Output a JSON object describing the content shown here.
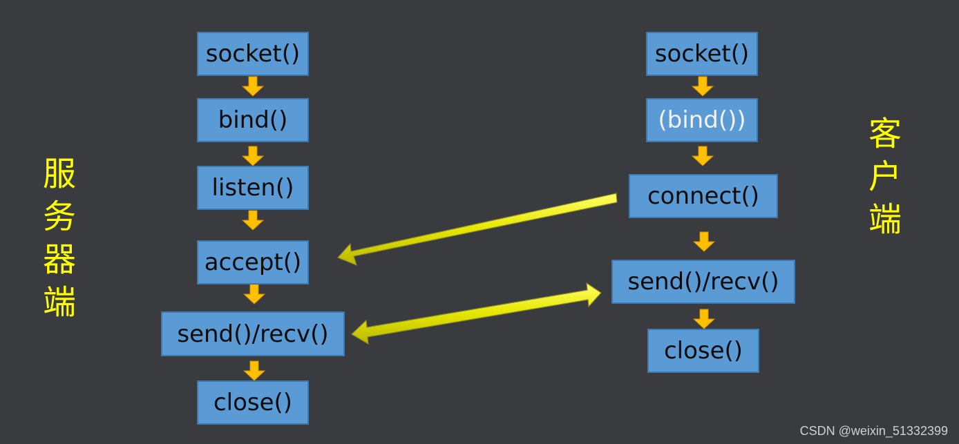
{
  "server": {
    "label_chars": [
      "服",
      "务",
      "器",
      "端"
    ],
    "steps": [
      "socket()",
      "bind()",
      "listen()",
      "accept()",
      "send()/recv()",
      "close()"
    ]
  },
  "client": {
    "label_chars": [
      "客",
      "户",
      "端"
    ],
    "steps": [
      "socket()",
      "(bind())",
      "connect()",
      "send()/recv()",
      "close()"
    ]
  },
  "watermark": "CSDN @weixin_51332399",
  "colors": {
    "background": "#3a3b3f",
    "box_fill": "#5b9bd5",
    "flow_arrow": "#ffc000",
    "link_arrow": "#e6e600",
    "label": "#ffff00"
  }
}
